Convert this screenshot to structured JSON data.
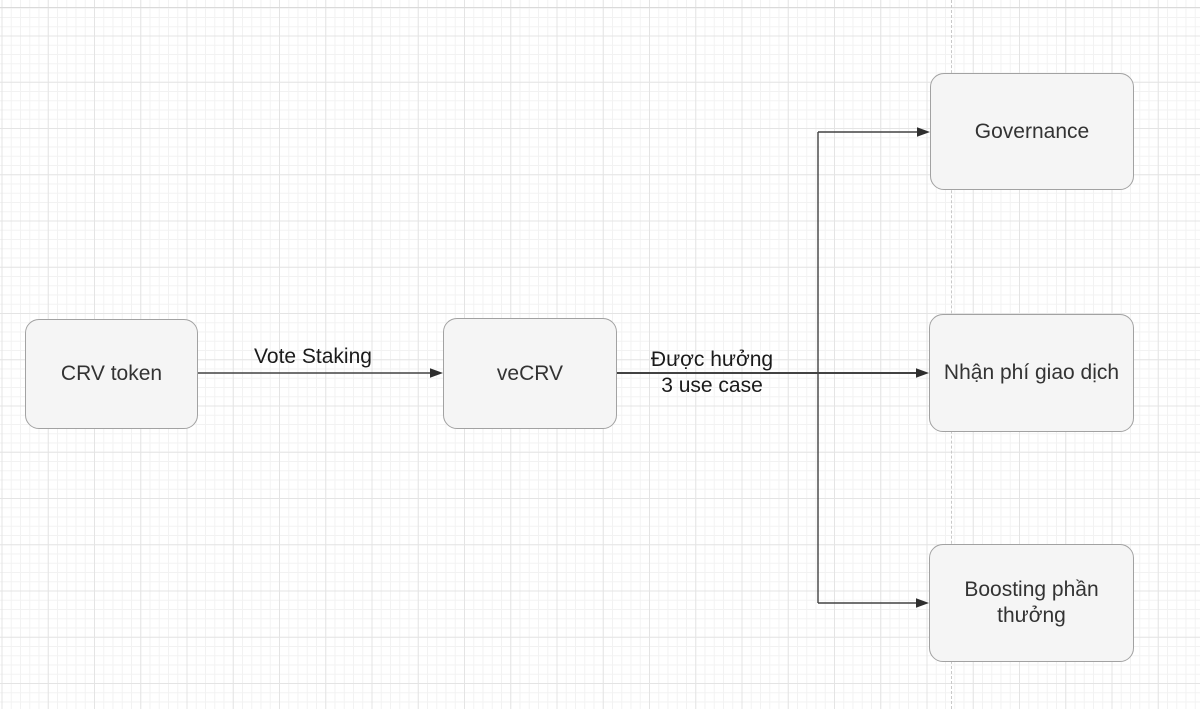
{
  "diagram": {
    "nodes": [
      {
        "id": "crv-token",
        "label": "CRV token"
      },
      {
        "id": "vecrv",
        "label": "veCRV"
      },
      {
        "id": "governance",
        "label": "Governance"
      },
      {
        "id": "fee",
        "label": "Nhận phí giao dịch"
      },
      {
        "id": "boosting",
        "label": "Boosting phần thưởng",
        "line1": "Boosting phần",
        "line2": "thưởng"
      }
    ],
    "edges": [
      {
        "from": "CRV token",
        "to": "veCRV",
        "label": "Vote Staking"
      },
      {
        "from": "veCRV",
        "to": [
          "Governance",
          "Nhận phí giao dịch",
          "Boosting phần thưởng"
        ],
        "label": "Được hưởng 3 use case",
        "line1": "Được hưởng",
        "line2": "3 use case"
      }
    ]
  },
  "colors": {
    "node_fill": "#f5f5f5",
    "node_border": "#a2a2a2",
    "node_text": "#333333",
    "edge_stroke": "#424242",
    "edge_label_text": "#1a1a1a",
    "grid_minor": "#f2f2f2",
    "grid_major": "#e4e4e4",
    "page_boundary": "#c9c9c9",
    "background": "#ffffff"
  }
}
